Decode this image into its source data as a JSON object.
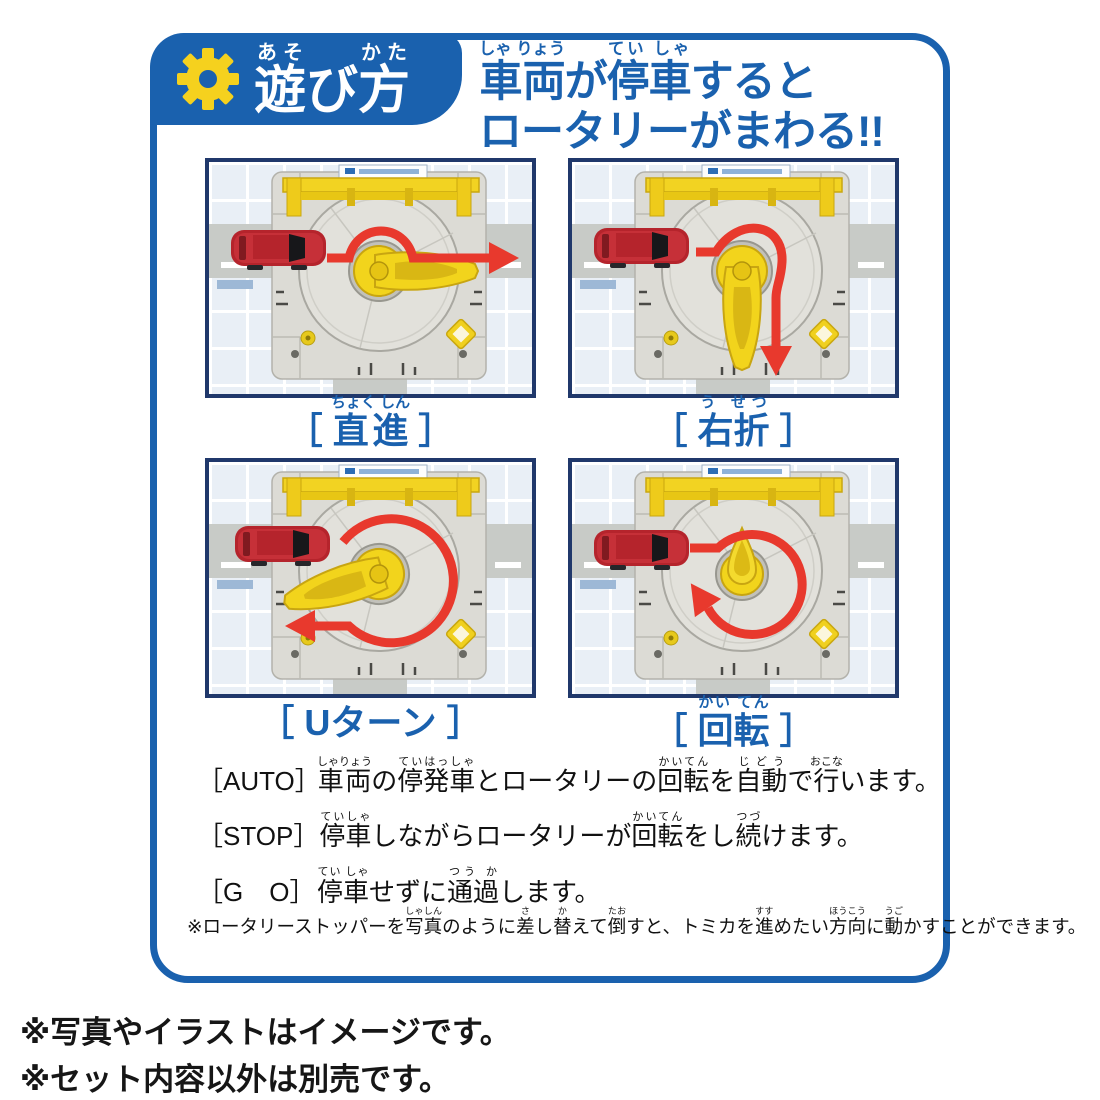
{
  "colors": {
    "brand-blue": "#1a61ae",
    "navy": "#20386b",
    "arrow-red": "#e8392d",
    "gear-yellow": "#f5d11e",
    "ink": "#161616"
  },
  "header": {
    "badge_segments": [
      {
        "base": "遊",
        "ruby": "あそ"
      },
      {
        "base": "び"
      },
      {
        "base": "方",
        "ruby": "かた"
      }
    ],
    "title_line1": [
      {
        "base": "車両",
        "ruby": "しゃ りょう"
      },
      {
        "base": "が"
      },
      {
        "base": "停車",
        "ruby": "てい しゃ"
      },
      {
        "base": "すると"
      }
    ],
    "title_line2": [
      {
        "base": "ロータリーがまわる!!"
      }
    ]
  },
  "panels": [
    {
      "name": "straight",
      "label": [
        {
          "base": "［ "
        },
        {
          "base": "直進",
          "ruby": "ちょく しん"
        },
        {
          "base": " ］"
        }
      ]
    },
    {
      "name": "right-turn",
      "label": [
        {
          "base": "［ "
        },
        {
          "base": "右折",
          "ruby": "う せつ"
        },
        {
          "base": " ］"
        }
      ]
    },
    {
      "name": "u-turn",
      "label": [
        {
          "base": "［ Uターン ］"
        }
      ]
    },
    {
      "name": "rotation",
      "label": [
        {
          "base": "［ "
        },
        {
          "base": "回転",
          "ruby": "かい てん"
        },
        {
          "base": " ］"
        }
      ]
    }
  ],
  "modes": [
    {
      "label": "［AUTO］",
      "segments": [
        {
          "base": "車両",
          "ruby": "しゃりょう"
        },
        {
          "base": "の"
        },
        {
          "base": "停発車",
          "ruby": "ていはっしゃ"
        },
        {
          "base": "とロータリーの"
        },
        {
          "base": "回転",
          "ruby": "かいてん"
        },
        {
          "base": "を"
        },
        {
          "base": "自動",
          "ruby": "じどう"
        },
        {
          "base": "で"
        },
        {
          "base": "行",
          "ruby": "おこな"
        },
        {
          "base": "います。"
        }
      ]
    },
    {
      "label": "［STOP］",
      "segments": [
        {
          "base": "停車",
          "ruby": "ていしゃ"
        },
        {
          "base": "しながらロータリーが"
        },
        {
          "base": "回転",
          "ruby": "かいてん"
        },
        {
          "base": "をし"
        },
        {
          "base": "続",
          "ruby": "つづ"
        },
        {
          "base": "けます。"
        }
      ]
    },
    {
      "label": "［G　O］",
      "segments": [
        {
          "base": "停車",
          "ruby": "てい しゃ"
        },
        {
          "base": "せずに"
        },
        {
          "base": "通過",
          "ruby": "つう か"
        },
        {
          "base": "します。"
        }
      ]
    }
  ],
  "note": {
    "segments": [
      {
        "base": "※ロータリーストッパーを"
      },
      {
        "base": "写真",
        "ruby": "しゃしん"
      },
      {
        "base": "のように"
      },
      {
        "base": "差",
        "ruby": "さ"
      },
      {
        "base": "し"
      },
      {
        "base": "替",
        "ruby": "か"
      },
      {
        "base": "えて"
      },
      {
        "base": "倒",
        "ruby": "たお"
      },
      {
        "base": "すと、トミカを"
      },
      {
        "base": "進",
        "ruby": "すす"
      },
      {
        "base": "めたい"
      },
      {
        "base": "方向",
        "ruby": "ほうこう"
      },
      {
        "base": "に"
      },
      {
        "base": "動",
        "ruby": "うご"
      },
      {
        "base": "かすことができます。"
      }
    ]
  },
  "footer": {
    "line1": "※写真やイラストはイメージです。",
    "line2": "※セット内容以外は別売です。"
  }
}
